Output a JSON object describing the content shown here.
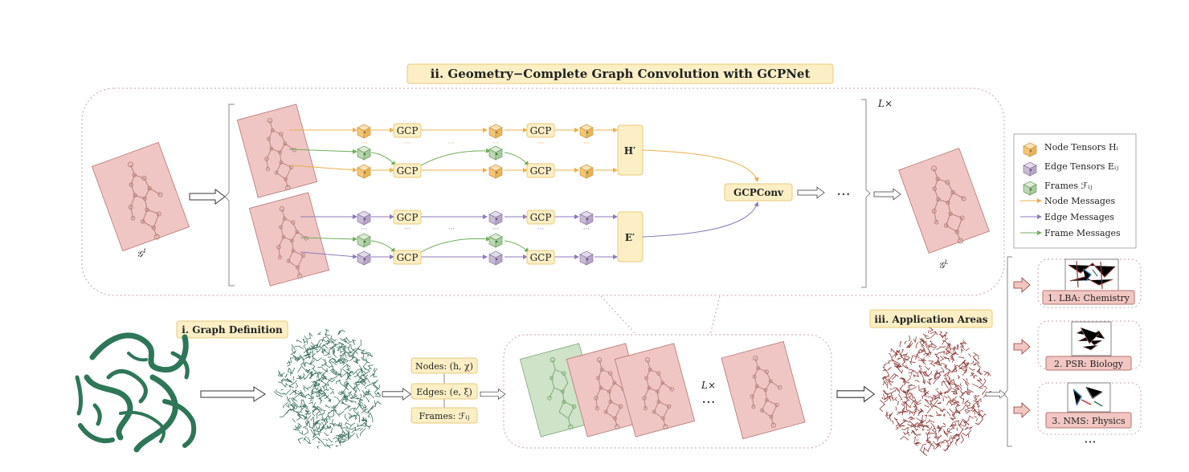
{
  "main_title": "ii.  Geometry−Complete Graph Convolution with GCPNet",
  "graph_definition_title": "i.  Graph Definition",
  "application_title": "iii.  Application Areas",
  "labels": {
    "g1_base": "𝒢",
    "g1_sup": "1",
    "gL_base": "𝒢",
    "gL_sup": "L",
    "layers_top": "L×",
    "layers_bottom": "L×",
    "ellipsis": "···",
    "dots_small": "···",
    "gcp": "GCP",
    "h_prime": "H′",
    "e_prime": "E′",
    "gcpconv": "GCPConv"
  },
  "definition_boxes": [
    "Nodes: (h, χ)",
    "Edges: (e, ξ)",
    "Frames: ℱᵢⱼ"
  ],
  "legend": [
    {
      "label": "Node Tensors Hᵢ",
      "kind": "cube",
      "color": "#f6cf8e"
    },
    {
      "label": "Edge Tensors Eᵢⱼ",
      "kind": "cube",
      "color": "#cdbfd6"
    },
    {
      "label": "Frames ℱᵢⱼ",
      "kind": "cube",
      "color": "#b9d7b2"
    },
    {
      "label": "Node Messages",
      "kind": "arrow",
      "color": "#e8b04b"
    },
    {
      "label": "Edge Messages",
      "kind": "arrow",
      "color": "#8d7ab8"
    },
    {
      "label": "Frame Messages",
      "kind": "arrow",
      "color": "#6fae5b"
    }
  ],
  "applications": [
    "1. LBA: Chemistry",
    "2. PSR: Biology",
    "3. NMS: Physics"
  ],
  "colors": {
    "title_fill": "#fcefc5",
    "title_stroke": "#e9c97a",
    "pink_fill": "#efc6c4",
    "pink_stroke": "#b67572",
    "green_fill": "#cfe3c8",
    "green_stroke": "#7da777",
    "protein": "#2e7658",
    "protein_red": "#8b3a37",
    "node_arrow": "#e8b04b",
    "edge_arrow": "#8d7ab8",
    "frame_arrow": "#6fae5b",
    "app_label_fill": "#f2c7c3"
  }
}
